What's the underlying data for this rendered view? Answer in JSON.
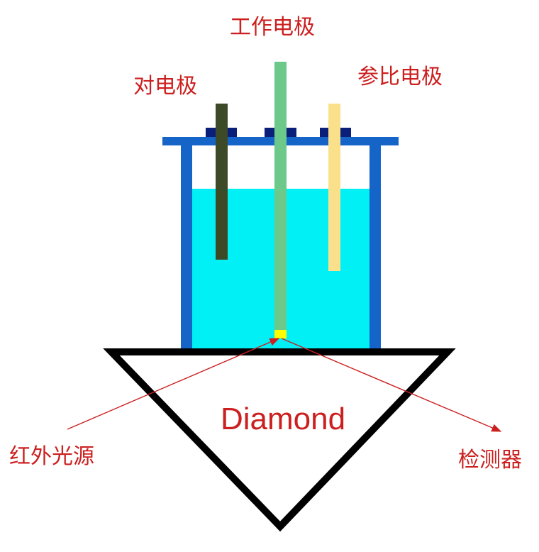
{
  "labels": {
    "working_electrode": "工作电极",
    "counter_electrode": "对电极",
    "reference_electrode": "参比电极",
    "prism": "Diamond",
    "ir_source": "红外光源",
    "detector": "检测器"
  },
  "colors": {
    "label_text": "#cc1f1f",
    "cell_frame": "#1565c8",
    "electrolyte": "#00f0f5",
    "electrode_seal": "#0a1f7a",
    "working_electrode": "#6cc98a",
    "counter_electrode": "#3d4a28",
    "reference_electrode": "#fbe08c",
    "contact_spot": "#ffff00",
    "prism_outline": "#000000",
    "light_path": "#cc1f1f"
  }
}
